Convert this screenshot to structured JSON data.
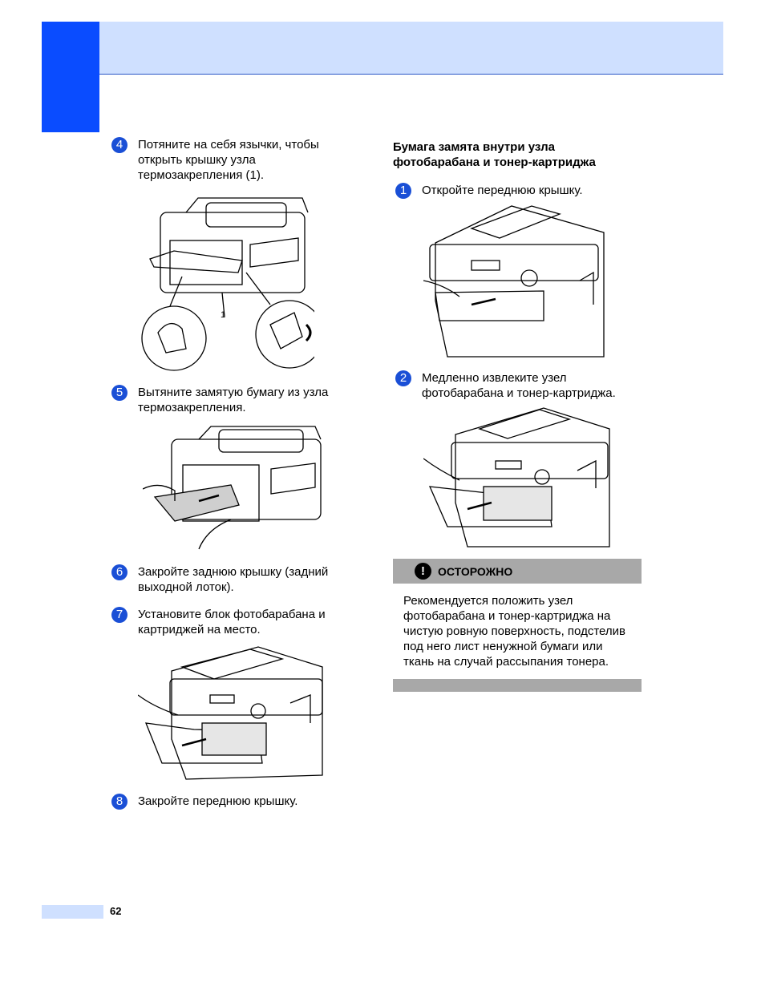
{
  "header": {
    "band_color": "#cfe0ff",
    "tab_color": "#0a4cff"
  },
  "left_steps": [
    {
      "num": "4",
      "text": "Потяните на себя язычки, чтобы\nоткрыть крышку узла\nтермозакрепления (1)."
    },
    {
      "num": "5",
      "text": "Вытяните замятую бумагу из узла\nтермозакрепления."
    },
    {
      "num": "6",
      "text": "Закройте заднюю крышку (задний\nвыходной лоток)."
    },
    {
      "num": "7",
      "text": "Установите блок фотобарабана и\nкартриджей на место."
    },
    {
      "num": "8",
      "text": "Закройте переднюю крышку."
    }
  ],
  "figure_callout": "1",
  "section": {
    "heading": "Бумага замята внутри узла\nфотобарабана и тонер-картриджа",
    "steps": [
      {
        "num": "1",
        "text": "Откройте переднюю крышку."
      },
      {
        "num": "2",
        "text": "Медленно извлеките узел\nфотобарабана и тонер-картриджа."
      }
    ]
  },
  "caution": {
    "icon": "exclamation-icon",
    "title": "ОСТОРОЖНО",
    "body": "Рекомендуется положить узел\nфотобарабана и тонер-картриджа на\nчистую ровную поверхность, подстелив\nпод него лист ненужной бумаги или\nткань на случай рассыпания тонера."
  },
  "footer": {
    "page_number": "62"
  }
}
